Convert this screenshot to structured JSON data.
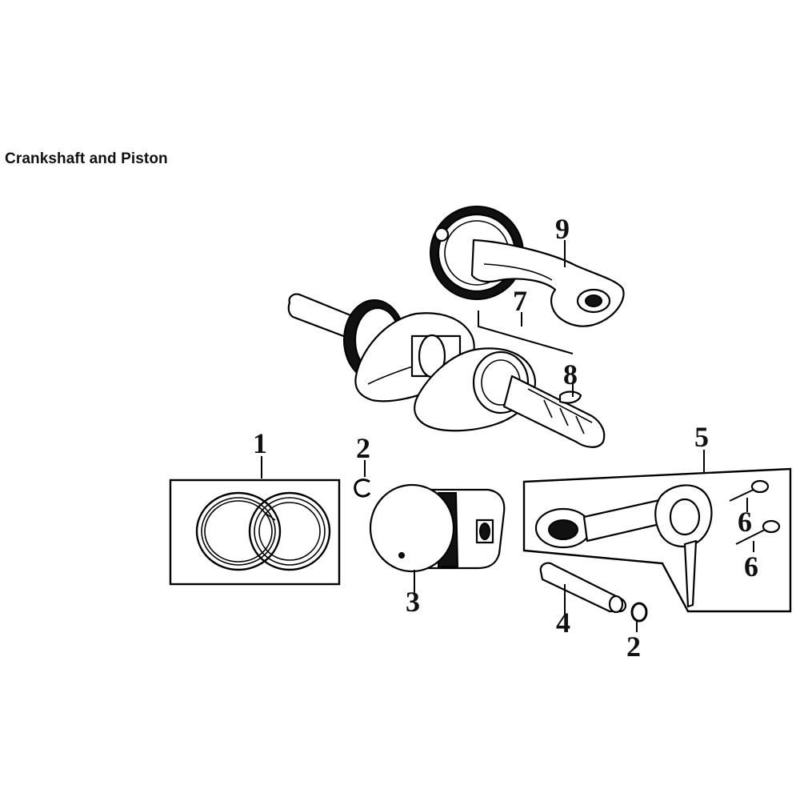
{
  "title": "Crankshaft and Piston",
  "callouts": {
    "piston_rings": "1",
    "clip_top": "2",
    "clip_bottom": "2",
    "piston": "3",
    "piston_pin": "4",
    "connecting_rod": "5",
    "rod_bolt_a": "6",
    "rod_bolt_b": "6",
    "crankshaft": "7",
    "key": "8",
    "balancer": "9"
  }
}
